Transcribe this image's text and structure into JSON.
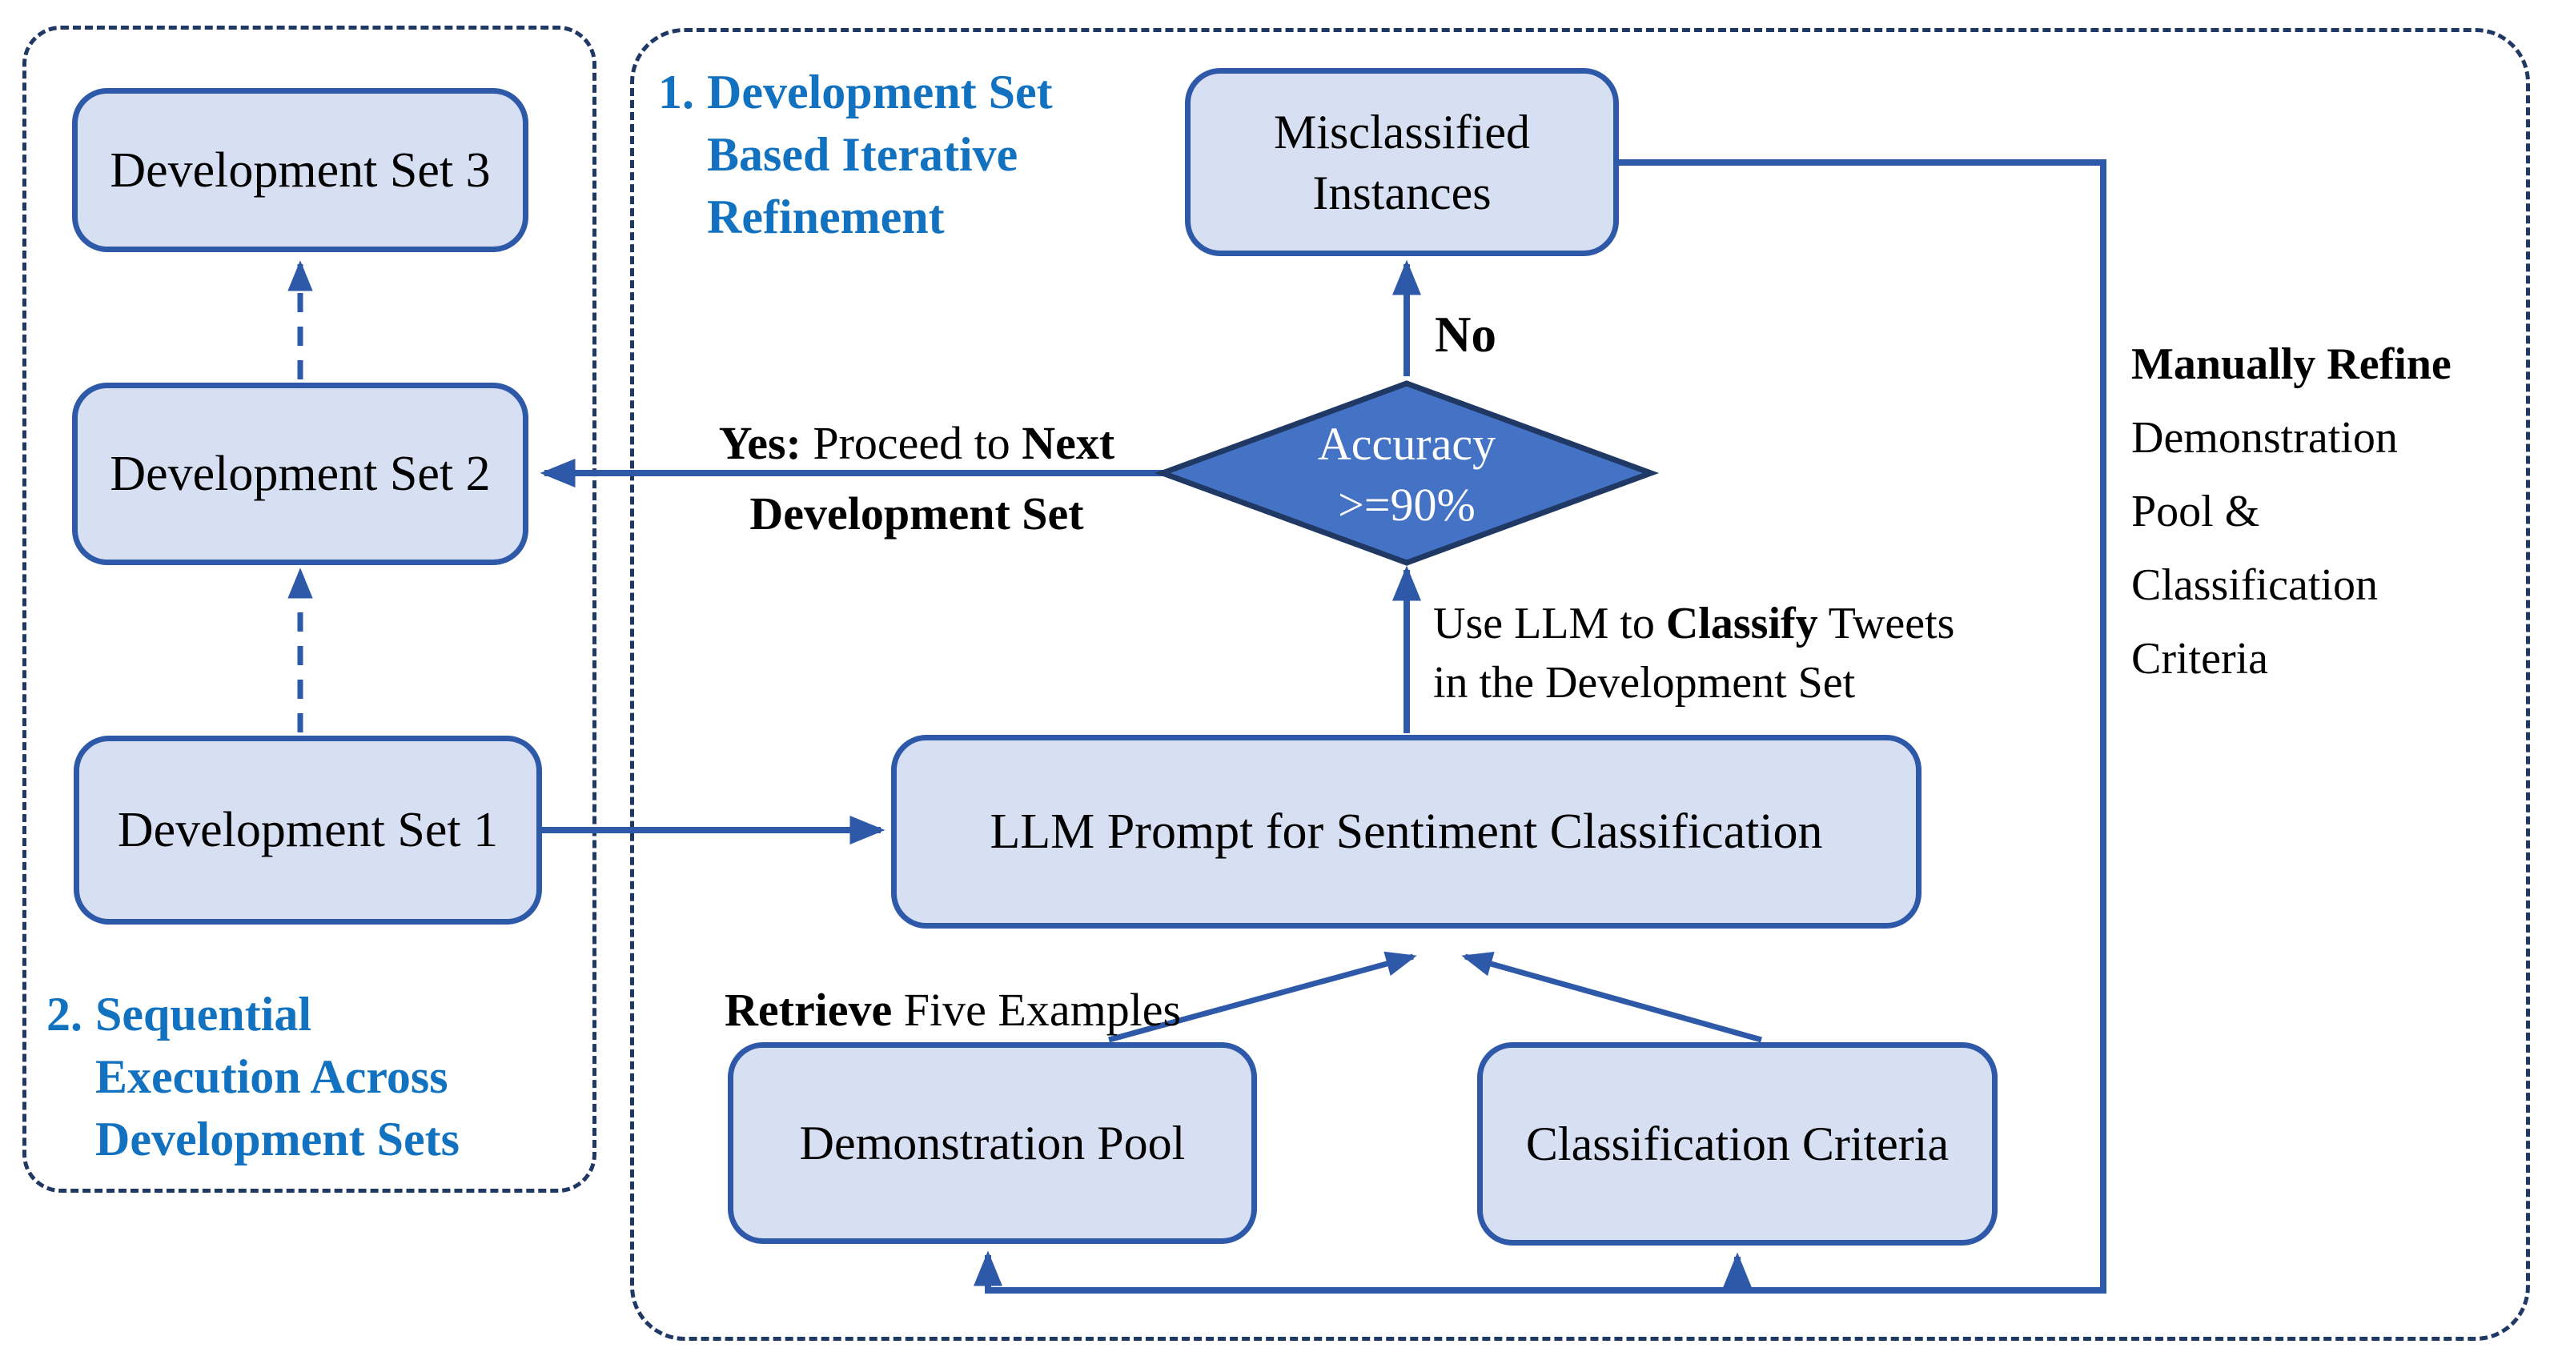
{
  "colors": {
    "panel_border": "#1f3864",
    "line": "#2e58a8",
    "box_fill": "#d7dff2",
    "box_border": "#2e58a8",
    "diamond_fill": "#4472c4",
    "diamond_border": "#1f3864",
    "heading": "#1272bf"
  },
  "left_panel": {
    "boxes": [
      {
        "label": "Development Set 3"
      },
      {
        "label": "Development Set 2"
      },
      {
        "label": "Development Set 1"
      }
    ],
    "caption": {
      "number": "2.",
      "lines": [
        "Sequential",
        "Execution Across",
        "Development Sets"
      ]
    }
  },
  "right_panel": {
    "heading": {
      "number": "1.",
      "lines": [
        "Development Set",
        "Based Iterative",
        "Refinement"
      ]
    },
    "misclassified": {
      "line1": "Misclassified",
      "line2": "Instances"
    },
    "no_label": "No",
    "decision": {
      "line1": "Accuracy",
      "line2": ">=90%"
    },
    "yes_label": {
      "bold1": "Yes:",
      "normal1": " Proceed to ",
      "bold2": "Next",
      "line2_bold": "Development Set"
    },
    "use_llm": {
      "normal1": "Use LLM to ",
      "bold1": "Classify",
      "normal2": " Tweets",
      "line2": "in the Development Set"
    },
    "llm_box": {
      "label": "LLM Prompt for Sentiment Classification"
    },
    "retrieve": {
      "bold1": "Retrieve",
      "normal1": " Five Examples"
    },
    "manual_refine": {
      "line1_bold": "Manually Refine",
      "line2": "Demonstration",
      "line3": "Pool &",
      "line4": "Classification",
      "line5": "Criteria"
    },
    "demo_pool": {
      "label": "Demonstration Pool"
    },
    "criteria": {
      "label": "Classification Criteria"
    }
  }
}
